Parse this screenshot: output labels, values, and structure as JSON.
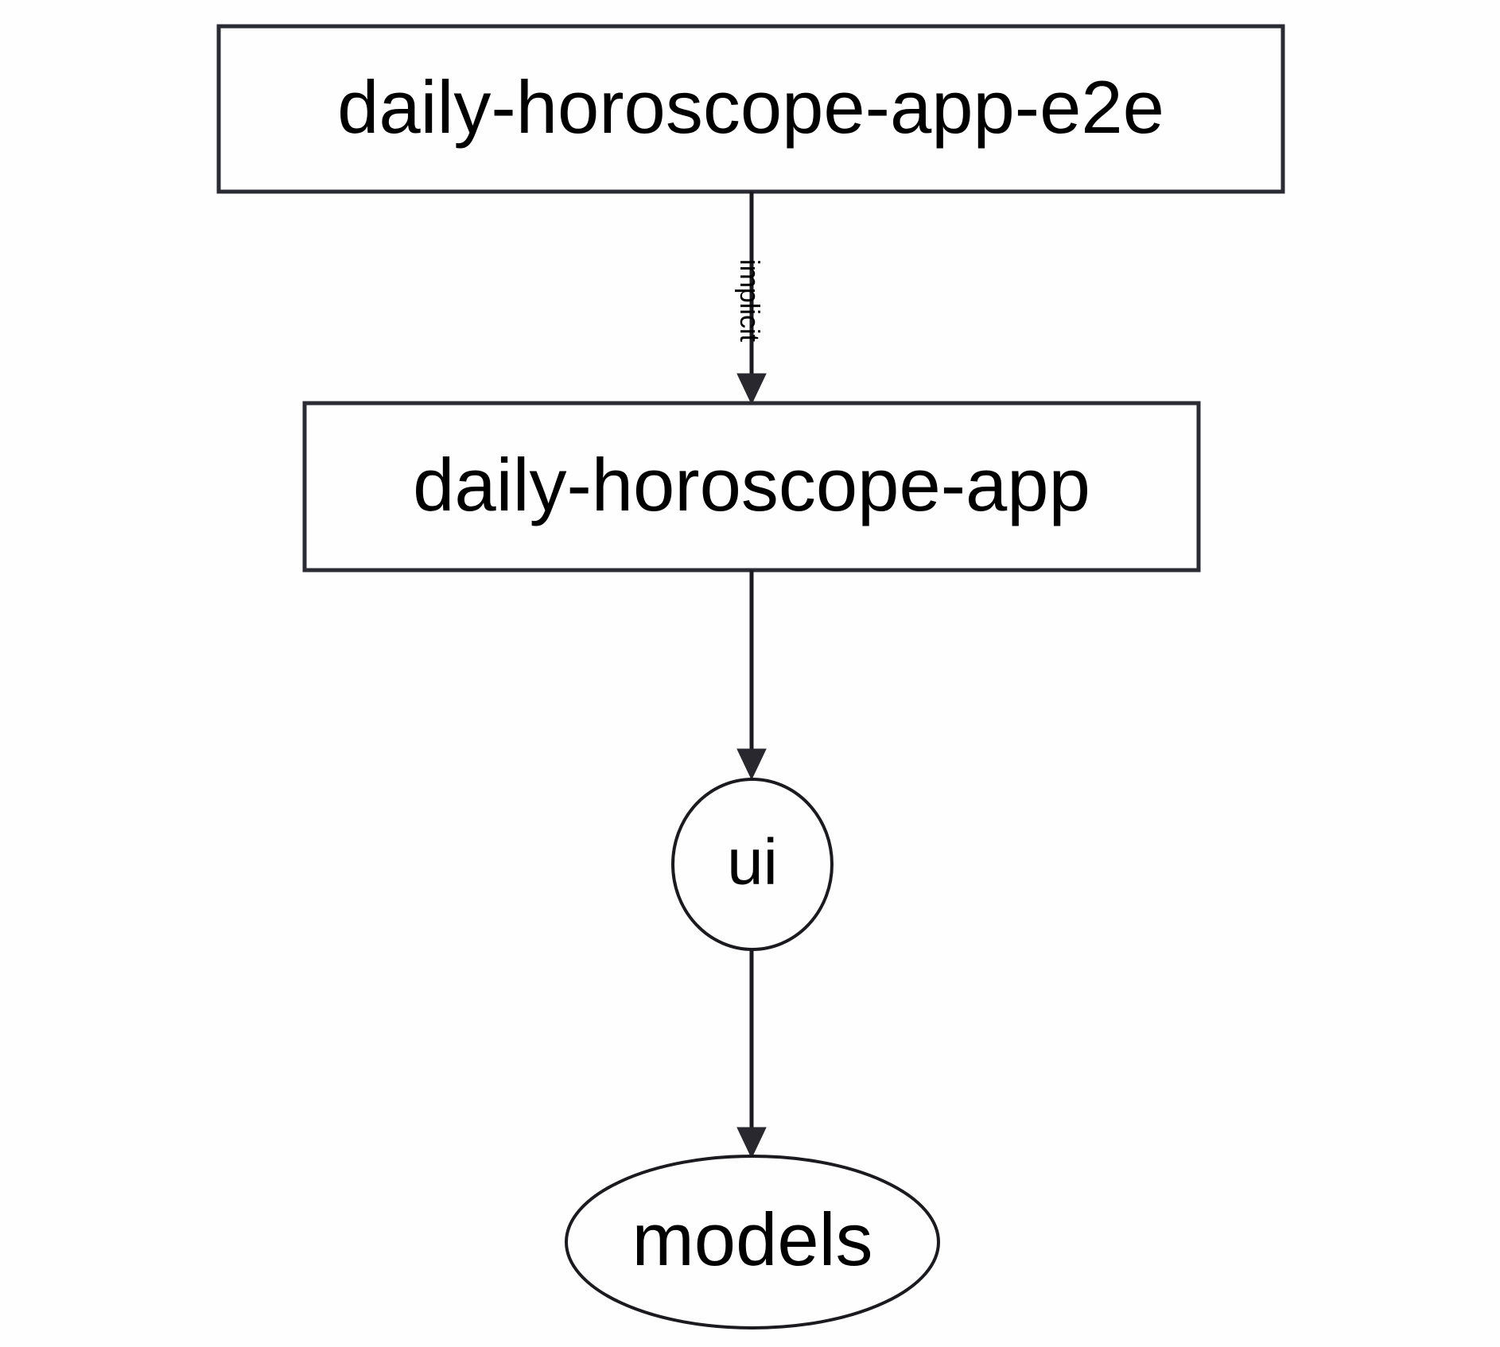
{
  "diagram": {
    "type": "directed-dependency-graph",
    "background_color": "#fefefe",
    "stroke_color": "#1b1b1f",
    "text_color": "#000000",
    "nodes": [
      {
        "id": "daily-horoscope-app-e2e",
        "label": "daily-horoscope-app-e2e",
        "shape": "rectangle"
      },
      {
        "id": "daily-horoscope-app",
        "label": "daily-horoscope-app",
        "shape": "rectangle"
      },
      {
        "id": "ui",
        "label": "ui",
        "shape": "ellipse"
      },
      {
        "id": "models",
        "label": "models",
        "shape": "ellipse"
      }
    ],
    "edges": [
      {
        "from": "daily-horoscope-app-e2e",
        "to": "daily-horoscope-app",
        "label": "implicit",
        "label_orientation": "vertical"
      },
      {
        "from": "daily-horoscope-app",
        "to": "ui",
        "label": ""
      },
      {
        "from": "ui",
        "to": "models",
        "label": ""
      }
    ]
  }
}
